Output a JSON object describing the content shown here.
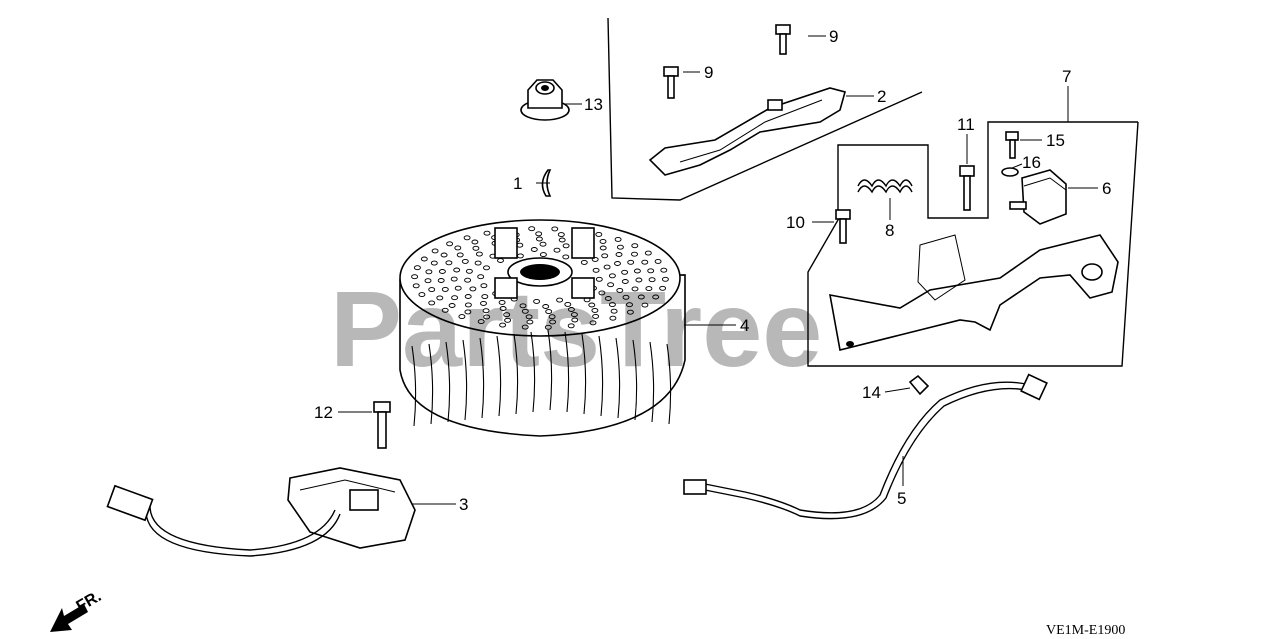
{
  "diagram": {
    "watermark": "PartsTree",
    "diagram_code": "VE1M-E1900",
    "direction_marker": "FR.",
    "callouts": [
      {
        "id": "c1",
        "label": "1"
      },
      {
        "id": "c2",
        "label": "2"
      },
      {
        "id": "c3",
        "label": "3"
      },
      {
        "id": "c4",
        "label": "4"
      },
      {
        "id": "c5",
        "label": "5"
      },
      {
        "id": "c6",
        "label": "6"
      },
      {
        "id": "c7",
        "label": "7"
      },
      {
        "id": "c8",
        "label": "8"
      },
      {
        "id": "c9a",
        "label": "9"
      },
      {
        "id": "c9b",
        "label": "9"
      },
      {
        "id": "c10",
        "label": "10"
      },
      {
        "id": "c11",
        "label": "11"
      },
      {
        "id": "c12",
        "label": "12"
      },
      {
        "id": "c13",
        "label": "13"
      },
      {
        "id": "c14",
        "label": "14"
      },
      {
        "id": "c15",
        "label": "15"
      },
      {
        "id": "c16",
        "label": "16"
      }
    ]
  }
}
